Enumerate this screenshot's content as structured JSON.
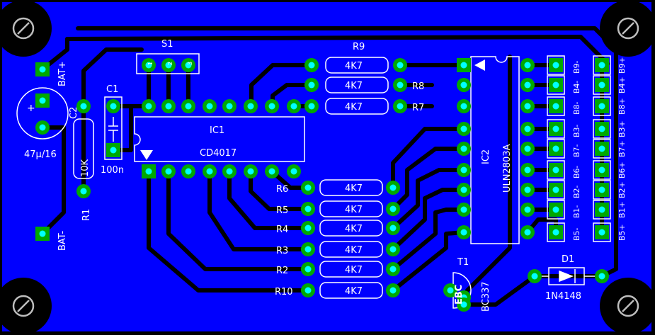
{
  "board": {
    "colors": {
      "background": "#000000",
      "copper": "#0000ff",
      "trace": "#000000",
      "pad": "#00a800",
      "drill": "#00ffff",
      "silkscreen": "#ffffff",
      "hole": "#bdbdbd"
    }
  },
  "labels": {
    "s1": "S1",
    "c1": "C1",
    "c2": "C2",
    "c1_value": "100n",
    "c2_value": "47µ/16",
    "ic1": "IC1",
    "ic1_part": "CD4017",
    "ic2": "IC2",
    "ic2_part": "ULN2803A",
    "r1": "R1",
    "r1_value": "10K",
    "r9": "R9",
    "t1": "T1",
    "t1_part": "BC337",
    "t1_pins": "EBC",
    "d1": "D1",
    "d1_part": "1N4148",
    "bat_plus": "BAT+",
    "bat_minus": "BAT-",
    "plus_sign": "+",
    "s1_pins": [
      "1",
      "2",
      "3"
    ]
  },
  "resistors_top": [
    {
      "ref": "R9",
      "value": "4K7"
    },
    {
      "ref": "R8",
      "value": "4K7"
    },
    {
      "ref": "R7",
      "value": "4K7"
    }
  ],
  "resistors_bottom": [
    {
      "ref": "R6",
      "value": "4K7"
    },
    {
      "ref": "R5",
      "value": "4K7"
    },
    {
      "ref": "R4",
      "value": "4K7"
    },
    {
      "ref": "R3",
      "value": "4K7"
    },
    {
      "ref": "R2",
      "value": "4K7"
    },
    {
      "ref": "R10",
      "value": "4K7"
    }
  ],
  "connector_left_labels": [
    "B9-",
    "B4-",
    "B8-",
    "B3-",
    "B7-",
    "B6-",
    "B2-",
    "B1-",
    "B5-"
  ],
  "connector_right_labels": [
    "B9+",
    "B4+",
    "B8+",
    "B3+",
    "B7+",
    "B6+",
    "B2+",
    "B1+",
    "B5+"
  ]
}
